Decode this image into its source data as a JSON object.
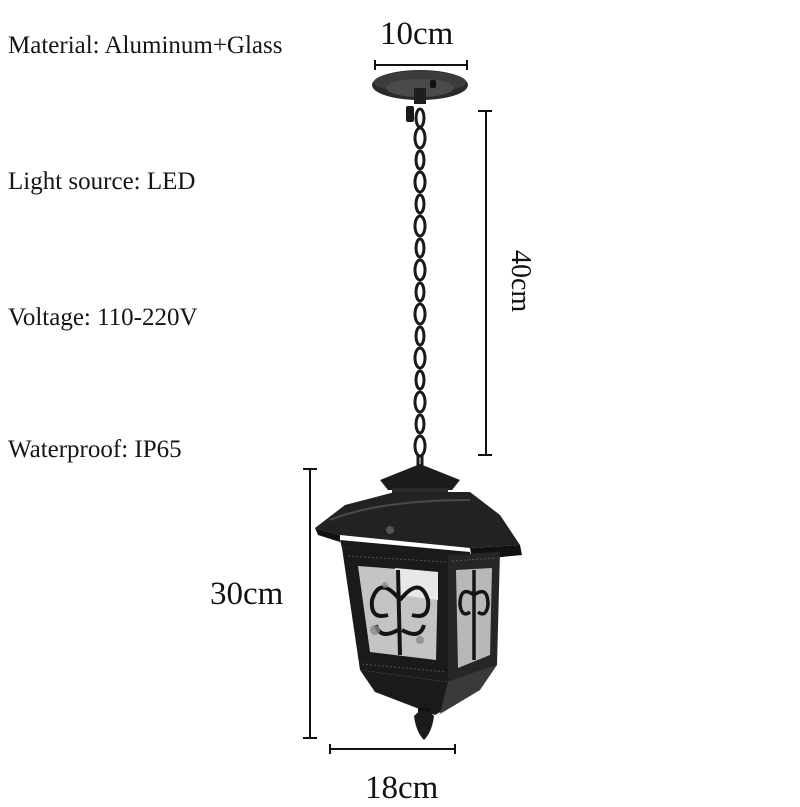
{
  "specs": [
    {
      "label": "Material",
      "value": "Aluminum+Glass",
      "text": "Material: Aluminum+Glass"
    },
    {
      "label": "Light source",
      "value": "LED",
      "text": "Light source: LED"
    },
    {
      "label": "Voltage",
      "value": "110-220V",
      "text": "Voltage: 110-220V"
    },
    {
      "label": "Waterproof",
      "value": "IP65",
      "text": "Waterproof: IP65"
    }
  ],
  "dimensions": {
    "canopy_width": "10cm",
    "chain_length": "40cm",
    "lantern_height": "30cm",
    "lantern_width": "18cm"
  },
  "product": {
    "name": "black pendant lantern",
    "colors": {
      "metal": "#1a1a1a",
      "glass": "#c9c9c9",
      "background": "#ffffff"
    }
  }
}
